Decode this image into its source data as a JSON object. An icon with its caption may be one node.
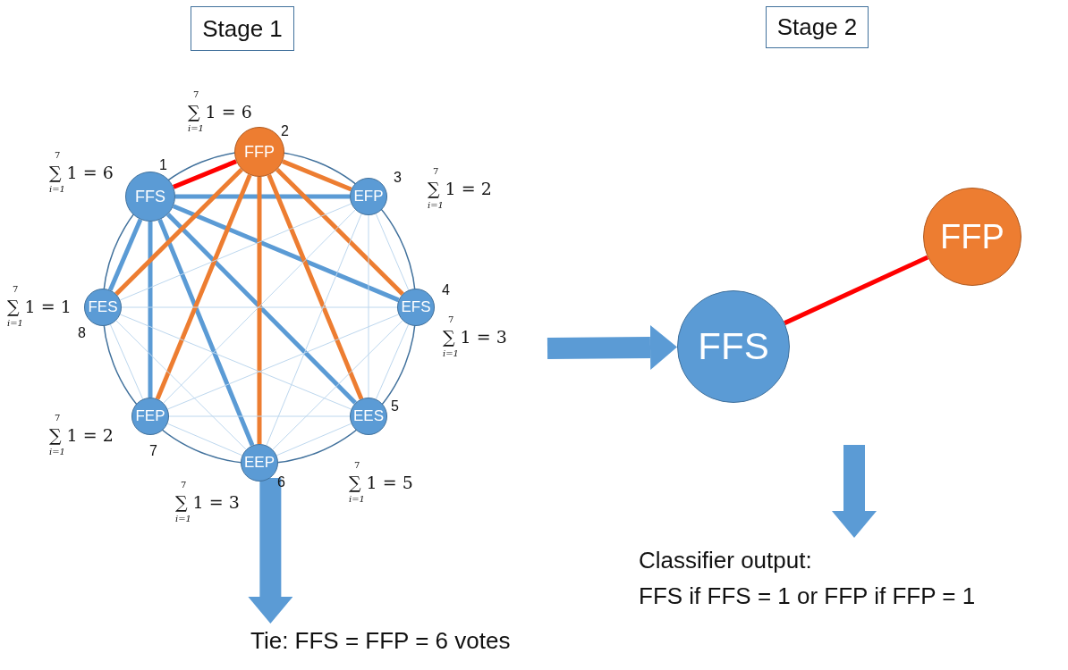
{
  "diagram": {
    "nodes": [
      {
        "text": [
          "Stage 1"
        ]
      },
      {
        "text": [
          "FFS"
        ],
        "beside": [
          "1",
          "∑$_{i=1}$$^{7}$ 1 = 6"
        ]
      },
      {
        "text": [
          "FFP"
        ],
        "beside": [
          "2",
          "∑$_{i=1}$$^{7}$ 1 = 6"
        ]
      },
      {
        "text": [
          "EFP"
        ],
        "beside": [
          "3",
          "∑$_{i=1}$$^{7}$ 1 = 2"
        ]
      },
      {
        "text": [
          "EFS"
        ],
        "beside": [
          "4",
          "∑$_{i=1}$$^{7}$ 1 = 3"
        ]
      },
      {
        "text": [
          "EES"
        ],
        "beside": [
          "5",
          "∑$_{i=1}$$^{7}$ 1 = 5"
        ]
      },
      {
        "text": [
          "EEP"
        ],
        "beside": [
          "6",
          "∑$_{i=1}$$^{7}$ 1 = 3"
        ]
      },
      {
        "text": [
          "FEP"
        ],
        "beside": [
          "7",
          "∑$_{i=1}$$^{7}$ 1 = 2"
        ]
      },
      {
        "text": [
          "FES"
        ],
        "beside": [
          "8",
          "∑$_{i=1}$$^{7}$ 1 = 1"
        ]
      },
      {
        "text": [
          "Tie: FFS = FFP = 6 votes"
        ]
      },
      {
        "text": [
          "Stage 2"
        ]
      },
      {
        "text": [
          "FFS"
        ]
      },
      {
        "text": [
          "FFP"
        ]
      },
      {
        "text": [
          "Classifier output:",
          "FFS if FFS = 1 or FFP if FFP = 1"
        ]
      }
    ],
    "edges": [
      {
        "from": 1,
        "to": 2,
        "arrow": "none",
        "color": "#ff0000"
      },
      {
        "from": 1,
        "to": 3,
        "arrow": "none",
        "color": "#5b9bd5"
      },
      {
        "from": 1,
        "to": 4,
        "arrow": "none",
        "color": "#5b9bd5"
      },
      {
        "from": 1,
        "to": 5,
        "arrow": "none",
        "color": "#5b9bd5"
      },
      {
        "from": 1,
        "to": 6,
        "arrow": "none",
        "color": "#5b9bd5"
      },
      {
        "from": 1,
        "to": 7,
        "arrow": "none",
        "color": "#5b9bd5"
      },
      {
        "from": 1,
        "to": 8,
        "arrow": "none",
        "color": "#5b9bd5"
      },
      {
        "from": 2,
        "to": 3,
        "arrow": "none",
        "color": "#ed7d31"
      },
      {
        "from": 2,
        "to": 4,
        "arrow": "none",
        "color": "#ed7d31"
      },
      {
        "from": 2,
        "to": 5,
        "arrow": "none",
        "color": "#ed7d31"
      },
      {
        "from": 2,
        "to": 6,
        "arrow": "none",
        "color": "#ed7d31"
      },
      {
        "from": 2,
        "to": 7,
        "arrow": "none",
        "color": "#ed7d31"
      },
      {
        "from": 2,
        "to": 8,
        "arrow": "none",
        "color": "#ed7d31"
      },
      {
        "from": 3,
        "to": 4,
        "arrow": "none"
      },
      {
        "from": 3,
        "to": 5,
        "arrow": "none"
      },
      {
        "from": 3,
        "to": 6,
        "arrow": "none"
      },
      {
        "from": 3,
        "to": 7,
        "arrow": "none"
      },
      {
        "from": 3,
        "to": 8,
        "arrow": "none"
      },
      {
        "from": 4,
        "to": 5,
        "arrow": "none"
      },
      {
        "from": 4,
        "to": 6,
        "arrow": "none"
      },
      {
        "from": 4,
        "to": 7,
        "arrow": "none"
      },
      {
        "from": 4,
        "to": 8,
        "arrow": "none"
      },
      {
        "from": 5,
        "to": 6,
        "arrow": "none"
      },
      {
        "from": 5,
        "to": 7,
        "arrow": "none"
      },
      {
        "from": 5,
        "to": 8,
        "arrow": "none"
      },
      {
        "from": 6,
        "to": 7,
        "arrow": "none"
      },
      {
        "from": 6,
        "to": 8,
        "arrow": "none"
      },
      {
        "from": 7,
        "to": 8,
        "arrow": "none"
      },
      {
        "from": 6,
        "to": 9,
        "arrow": "to",
        "style": "thick",
        "color": "#5b9bd5"
      },
      {
        "from": null,
        "to": 11,
        "arrow": "to",
        "style": "thick",
        "color": "#5b9bd5"
      },
      {
        "from": 11,
        "to": 12,
        "arrow": "none",
        "color": "#ff0000"
      },
      {
        "from": null,
        "to": 13,
        "arrow": "to",
        "style": "thick",
        "color": "#5b9bd5"
      }
    ]
  }
}
